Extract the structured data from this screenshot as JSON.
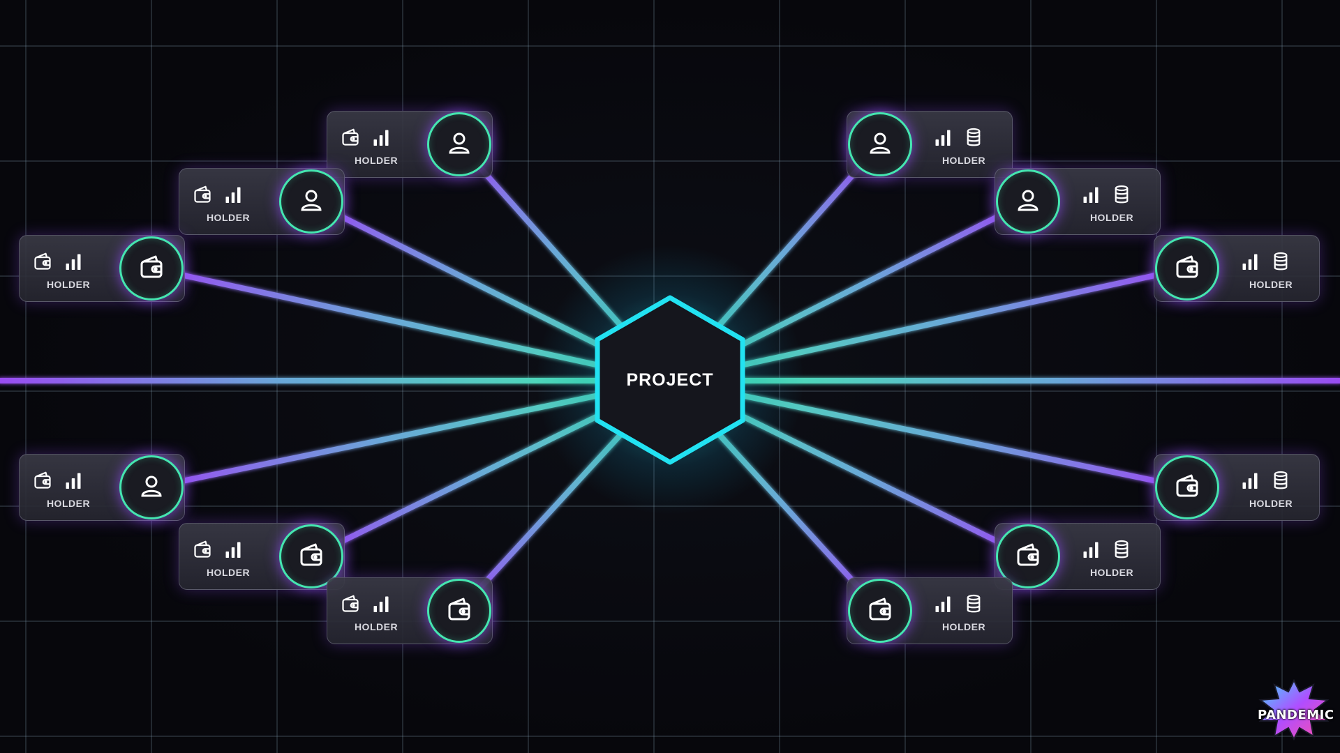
{
  "hub": {
    "label": "PROJECT"
  },
  "holder_label": "HOLDER",
  "colors": {
    "background": "#07070c",
    "teal": "#45e6b0",
    "cyan": "#22e2f2",
    "purple": "#9a4df2"
  },
  "holders": [
    {
      "side": "left",
      "node_icon": "user-icon",
      "card_icons": [
        "wallet-icon",
        "bar-chart-icon"
      ]
    },
    {
      "side": "left",
      "node_icon": "user-icon",
      "card_icons": [
        "wallet-icon",
        "bar-chart-icon"
      ]
    },
    {
      "side": "left",
      "node_icon": "wallet-icon",
      "card_icons": [
        "wallet-icon",
        "bar-chart-icon"
      ]
    },
    {
      "side": "left",
      "node_icon": "user-icon",
      "card_icons": [
        "wallet-icon",
        "bar-chart-icon"
      ]
    },
    {
      "side": "left",
      "node_icon": "wallet-icon",
      "card_icons": [
        "wallet-icon",
        "bar-chart-icon"
      ]
    },
    {
      "side": "left",
      "node_icon": "wallet-icon",
      "card_icons": [
        "wallet-icon",
        "bar-chart-icon"
      ]
    },
    {
      "side": "right",
      "node_icon": "user-icon",
      "card_icons": [
        "bar-chart-icon",
        "coin-stack-icon"
      ]
    },
    {
      "side": "right",
      "node_icon": "user-icon",
      "card_icons": [
        "bar-chart-icon",
        "coin-stack-icon"
      ]
    },
    {
      "side": "right",
      "node_icon": "wallet-icon",
      "card_icons": [
        "bar-chart-icon",
        "coin-stack-icon"
      ]
    },
    {
      "side": "right",
      "node_icon": "wallet-icon",
      "card_icons": [
        "bar-chart-icon",
        "coin-stack-icon"
      ]
    },
    {
      "side": "right",
      "node_icon": "wallet-icon",
      "card_icons": [
        "bar-chart-icon",
        "coin-stack-icon"
      ]
    },
    {
      "side": "right",
      "node_icon": "wallet-icon",
      "card_icons": [
        "bar-chart-icon",
        "coin-stack-icon"
      ]
    }
  ],
  "logo": {
    "text": "PANDEMIC"
  }
}
